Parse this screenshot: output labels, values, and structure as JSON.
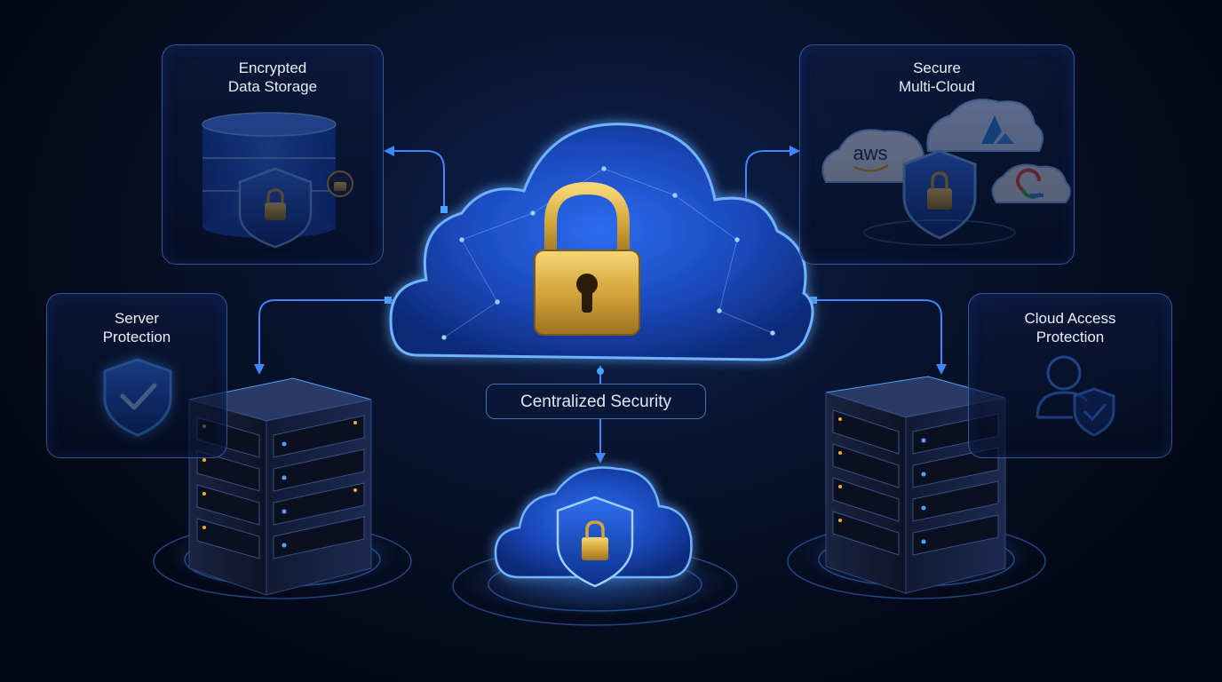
{
  "panels": {
    "storage": {
      "line1": "Encrypted",
      "line2": "Data Storage"
    },
    "multicloud": {
      "line1": "Secure",
      "line2": "Multi-Cloud"
    },
    "server": {
      "line1": "Server",
      "line2": "Protection"
    },
    "access": {
      "line1": "Cloud Access",
      "line2": "Protection"
    }
  },
  "center_label": "Centralized Security",
  "providers": {
    "aws": "aws"
  },
  "icons": {
    "central": "cloud-padlock-icon",
    "storage": "database-shield-icon",
    "multicloud": "provider-clouds-icon",
    "server_shield": "shield-check-icon",
    "access": "user-shield-icon",
    "bottom": "cloud-shield-icon",
    "rack": "server-rack-icon"
  },
  "colors": {
    "accent": "#2f7bff",
    "glow": "#4aa3ff",
    "gold": "#d4a53a",
    "background": "#050b1e"
  }
}
